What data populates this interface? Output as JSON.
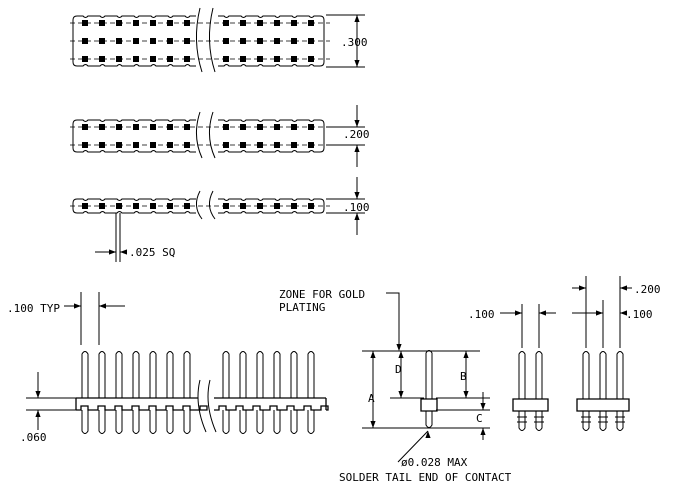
{
  "dimensions": {
    "row_pitch_3": ".300",
    "row_pitch_2": ".200",
    "row_pitch_1": ".100",
    "pin_square": ".025 SQ",
    "pitch_typ": ".100 TYP",
    "insulator_height": ".060",
    "side_pitch": ".100",
    "side_width": ".200",
    "side_pitch_b": ".100"
  },
  "zone_labels": {
    "zone_line1": "ZONE FOR GOLD",
    "zone_line2": "PLATING",
    "letter_a": "A",
    "letter_b": "B",
    "letter_c": "C",
    "letter_d": "D"
  },
  "notes": {
    "diameter": "ø0.028 MAX",
    "solder_tail": "SOLDER TAIL END OF CONTACT"
  }
}
